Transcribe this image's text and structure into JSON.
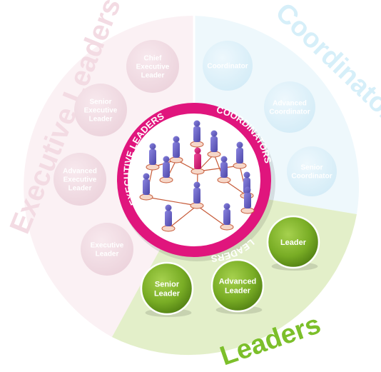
{
  "sections": {
    "executive": {
      "title": "Executive Leaders",
      "levels": [
        "Chief Executive Leader",
        "Senior Executive Leader",
        "Advanced Executive Leader",
        "Executive Leader"
      ],
      "level_lines": [
        [
          "Chief",
          "Executive",
          "Leader"
        ],
        [
          "Senior",
          "Executive",
          "Leader"
        ],
        [
          "Advanced",
          "Executive",
          "Leader"
        ],
        [
          "Executive",
          "Leader"
        ]
      ],
      "title_color": "#f3dbe3",
      "fill_color": "#fbf1f4",
      "circle_color": "#f1dbe3",
      "text_color": "#ffffff"
    },
    "coordinators": {
      "title": "Coordinators",
      "levels": [
        "Coordinator",
        "Advanced Coordinator",
        "Senior Coordinator"
      ],
      "level_lines": [
        [
          "Coordinator"
        ],
        [
          "Advanced",
          "Coordinator"
        ],
        [
          "Senior",
          "Coordinator"
        ]
      ],
      "title_color": "#d6eff9",
      "fill_color": "#eef8fc",
      "circle_color": "#e0f2fa",
      "text_color": "#ffffff"
    },
    "leaders": {
      "title": "Leaders",
      "levels": [
        "Leader",
        "Advanced Leader",
        "Senior Leader"
      ],
      "level_lines": [
        [
          "Leader"
        ],
        [
          "Advanced",
          "Leader"
        ],
        [
          "Senior",
          "Leader"
        ]
      ],
      "title_color": "#7cbf2a",
      "fill_color": "#e3efc9",
      "circle_color": "#76ad25",
      "text_color": "#ffffff"
    }
  },
  "center": {
    "ring_labels": [
      "EXECUTIVE LEADERS",
      "COORDINATORS",
      "LEADERS"
    ],
    "ring_color": "#e0157d",
    "person_center_color": "#d5106f",
    "person_color": "#6a63c8",
    "link_color": "#c65a38"
  }
}
